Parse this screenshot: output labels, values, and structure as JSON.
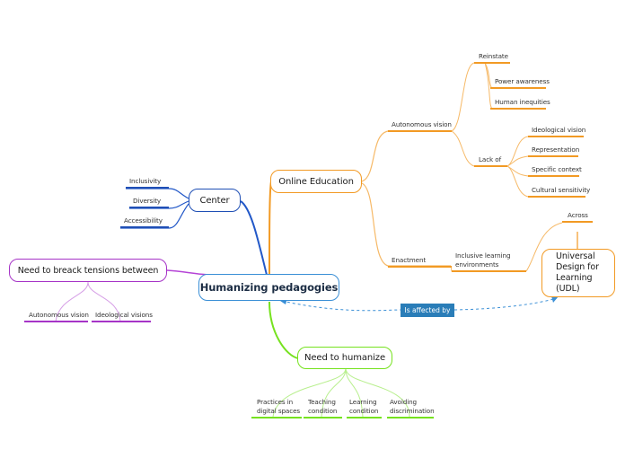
{
  "central": "Humanizing pedagogies",
  "center": {
    "label": "Center",
    "children": [
      "Inclusivity",
      "Diversity",
      "Accessibility"
    ]
  },
  "tensions": {
    "label": "Need to breack tensions between",
    "children": [
      "Autonomous vision",
      "Ideological visions"
    ]
  },
  "online": {
    "label": "Online Education",
    "autonomous": {
      "label": "Autonomous vision",
      "reinstate": {
        "label": "Reinstate",
        "children": [
          "Power awareness",
          "Human inequities"
        ]
      },
      "lack": {
        "label": "Lack of",
        "children": [
          "Ideological vision",
          "Representation",
          "Specific context",
          "Cultural sensitivity"
        ]
      }
    },
    "enactment": {
      "label": "Enactment",
      "inclusive": "Inclusive learning environments"
    }
  },
  "udl": {
    "label": "Universal Design for Learning (UDL)",
    "across": "Across"
  },
  "relationship": "Is affected by",
  "humanize": {
    "label": "Need to humanize",
    "children": [
      "Practices in digital spaces",
      "Teaching condition",
      "Learning condition",
      "Avoiding discrimination"
    ]
  },
  "colors": {
    "central": "#3a8fd6",
    "center": "#1f4fb5",
    "tensions": "#a634c7",
    "online": "#f29a24",
    "humanize": "#76e21f",
    "relationship": "#2a7db8"
  }
}
